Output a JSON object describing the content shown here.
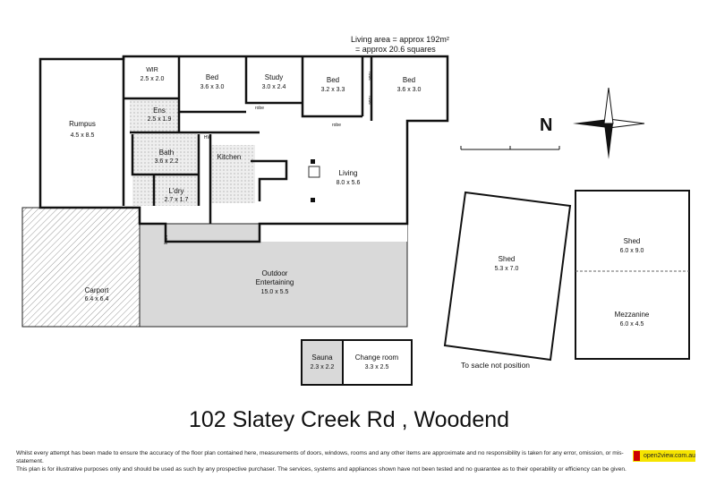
{
  "title": "102 Slatey Creek Rd , Woodend",
  "living_area": {
    "line1": "Living area = approx 192m²",
    "line2": "= approx 20.6 squares"
  },
  "scale_note": "To sacle not position",
  "north_label": "N",
  "rooms": {
    "rumpus": {
      "name": "Rumpus",
      "size": "4.5 x 8.5"
    },
    "wir": {
      "name": "WIR",
      "size": "2.5 x 2.0"
    },
    "bed1": {
      "name": "Bed",
      "size": "3.6 x 3.0"
    },
    "study": {
      "name": "Study",
      "size": "3.0 x 2.4"
    },
    "bed2": {
      "name": "Bed",
      "size": "3.2 x 3.3"
    },
    "bed3": {
      "name": "Bed",
      "size": "3.6 x 3.0"
    },
    "ens": {
      "name": "Ens",
      "size": "2.5 x 1.9"
    },
    "bath": {
      "name": "Bath",
      "size": "3.6 x 2.2"
    },
    "laundry": {
      "name": "L'dry",
      "size": "2.7 x 1.7"
    },
    "kitchen": {
      "name": "Kitchen"
    },
    "living": {
      "name": "Living",
      "size": "8.0 x 5.6"
    },
    "carport": {
      "name": "Carport",
      "size": "6.4 x 6.4"
    },
    "outdoor": {
      "name": "Outdoor",
      "name2": "Entertaining",
      "size": "15.0 x 5.5"
    },
    "sauna": {
      "name": "Sauna",
      "size": "2.3 x 2.2"
    },
    "change": {
      "name": "Change room",
      "size": "3.3 x 2.5"
    },
    "shed1": {
      "name": "Shed",
      "size": "5.3 x 7.0"
    },
    "shed2": {
      "name": "Shed",
      "size": "6.0 x 9.0"
    },
    "mezz": {
      "name": "Mezzanine",
      "size": "6.0 x 4.5"
    }
  },
  "small_labels": {
    "robe": "robe",
    "hw": "HW",
    "linen": "linen"
  },
  "disclaimer": {
    "line1": "Whilst every attempt has been made to ensure the accuracy of the floor plan contained here, measurements of doors, windows, rooms and any other items are approximate and no responsibility is taken for any error, omission, or mis-statement.",
    "line2": "This plan is for illustrative purposes only and should be used as such by any prospective purchaser. The services, systems and appliances shown have not been tested and no guarantee as to their operability or efficiency can be given."
  },
  "logo": {
    "text": "open2view.com.au",
    "color": "#f6e400"
  }
}
